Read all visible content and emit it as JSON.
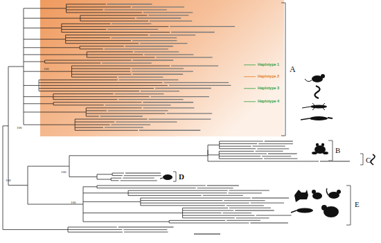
{
  "diagram": {
    "labels": [
      "A",
      "B",
      "C",
      "D",
      "E",
      "Haplotype 1",
      "Haplotype 2",
      "Haplotype 3",
      "Haplotype 4",
      "100",
      "100",
      "100",
      "100",
      "100"
    ]
  }
}
